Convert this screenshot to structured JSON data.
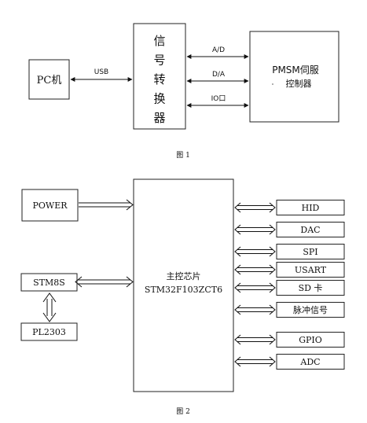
{
  "figure1": {
    "pc_label": "PC机",
    "usb_label": "USB",
    "converter_label": "信号转换器",
    "converter_chars": [
      "信",
      "号",
      "转",
      "换",
      "器"
    ],
    "ad_label": "A/D",
    "da_label": "D/A",
    "io_label": "IO口",
    "controller_line1": "PMSM伺服",
    "controller_line2": "控制器",
    "caption": "图 1"
  },
  "figure2": {
    "power_label": "POWER",
    "stm8s_label": "STM8S",
    "pl2303_label": "PL2303",
    "chip_line1": "主控芯片",
    "chip_line2": "STM32F103ZCT6",
    "peripherals": [
      {
        "label": "HID"
      },
      {
        "label": "DAC"
      },
      {
        "label": "SPI"
      },
      {
        "label": "USART"
      },
      {
        "label": "SD 卡"
      },
      {
        "label": "脉冲信号"
      },
      {
        "label": "GPIO"
      },
      {
        "label": "ADC"
      }
    ],
    "caption": "图 2"
  }
}
